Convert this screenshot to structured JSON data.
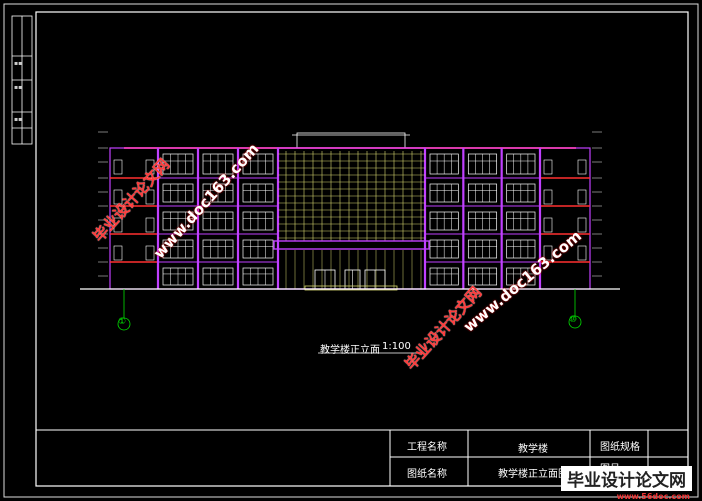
{
  "drawing": {
    "elevation_title": "教学楼正立面",
    "scale": "1:100",
    "axis_left": "①",
    "axis_right": "⑩"
  },
  "title_block": {
    "project_name_label": "工程名称",
    "project_name_value": "教学楼",
    "drawing_name_label": "图纸名称",
    "drawing_name_value": "教学楼正立面图",
    "sheet_size_label": "图纸规格",
    "sheet_no_label": "图号"
  },
  "watermarks": {
    "site_cn": "毕业设计论文网",
    "site_url": "www.doc163.com"
  },
  "brand": {
    "name": "毕业设计论文网",
    "url": "www.56doc.com"
  },
  "colors": {
    "background": "#000000",
    "frame": "#ffffff",
    "facade_purple": "#c040ff",
    "facade_red": "#ff3030",
    "glass_yellow": "#d8d870",
    "window_white": "#ffffff",
    "axis_green": "#00e000",
    "watermark_red": "#ff3b3b"
  }
}
